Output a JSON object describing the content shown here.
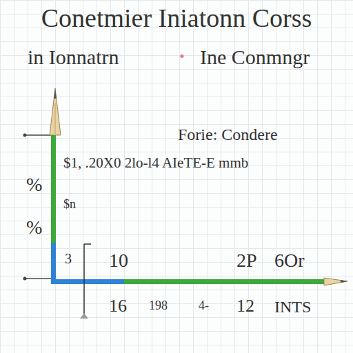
{
  "diagram": {
    "title": "Conetmier Iniatonn Corss",
    "labels": [
      "in Ionnatrn",
      "•",
      "Ine Conmngr",
      "Forie: Condere",
      "$1, .20X0 2lo-l4 AIeTE-E mmb",
      "%",
      "$n",
      "%",
      "3",
      "10",
      "2P",
      "6Or",
      "16",
      "198",
      "4-",
      "12",
      "INTS"
    ]
  }
}
